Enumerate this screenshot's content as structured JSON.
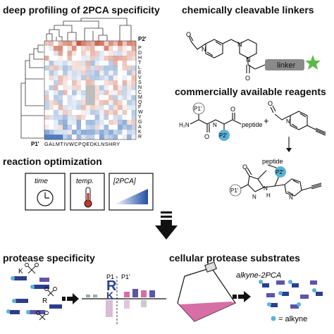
{
  "titles": {
    "deep_profiling": "deep profiling of 2PCA specificity",
    "cleavable_linkers": "chemically cleavable linkers",
    "commercial_reagents": "commercially available reagents",
    "reaction_optimization": "reaction optimization",
    "protease_specificity": "protease specificity",
    "cellular_substrates": "cellular protease substrates"
  },
  "heatmap": {
    "p2_label": "P2'",
    "p1_label": "P1'",
    "bottom_residues": "GALMTIVWCPQEDKLNSHRY",
    "right_residues": [
      "P",
      "D",
      "H",
      "T",
      "L",
      "E",
      "V",
      "S",
      "N",
      "C",
      "M",
      "Q",
      "F",
      "W",
      "Y",
      "G",
      "A",
      "K",
      "R"
    ]
  },
  "linker": {
    "label": "linker",
    "color_bar": "#888888",
    "star_color": "#5bb947"
  },
  "reagents": {
    "p1_label": "P1'",
    "p2_label": "P2'",
    "peptide_label": "peptide",
    "plus": "+",
    "product_peptide": "peptide",
    "product_p2": "P2'",
    "product_p1": "P1'"
  },
  "optimization": {
    "time_label": "time",
    "temp_label": "temp.",
    "conc_label": "[2PCA]"
  },
  "specificity": {
    "p1": "P1",
    "p1prime": "P1'",
    "k": "K",
    "r": "R",
    "logo_r": "R",
    "logo_k": "K"
  },
  "cellular": {
    "alkyne_2pca": "alkyne-2PCA",
    "legend": "= alkyne"
  },
  "colors": {
    "blue_bead": "#5ab3d6",
    "dark_blue": "#2b3f8f",
    "purple": "#5c55a8",
    "pink": "#d66ea6",
    "red": "#c0392b",
    "heat_red": "#c9583f",
    "heat_blue": "#5d8fc7"
  }
}
